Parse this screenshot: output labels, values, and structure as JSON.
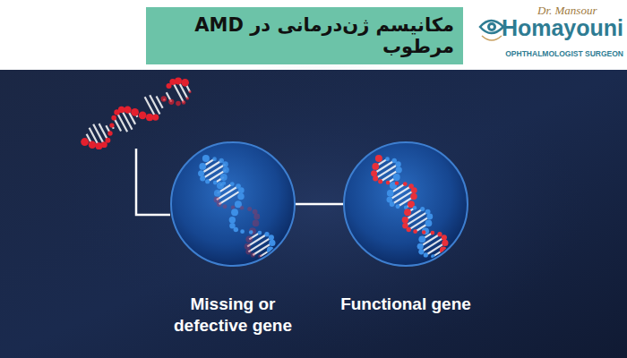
{
  "diagram": {
    "title": "مکانیسم ژن‌درمانی در AMD مرطوب",
    "nodes": [
      {
        "text": [
          "Missing or defective gene"
        ]
      },
      {
        "text": [
          "Functional gene"
        ]
      }
    ],
    "edges": [
      {
        "from": 0,
        "to": 1,
        "arrow": "none"
      }
    ],
    "labels": [
      "Dr. Mansour",
      "Homayouni",
      "OPHTHALMOLOGIST SURGEON"
    ]
  }
}
